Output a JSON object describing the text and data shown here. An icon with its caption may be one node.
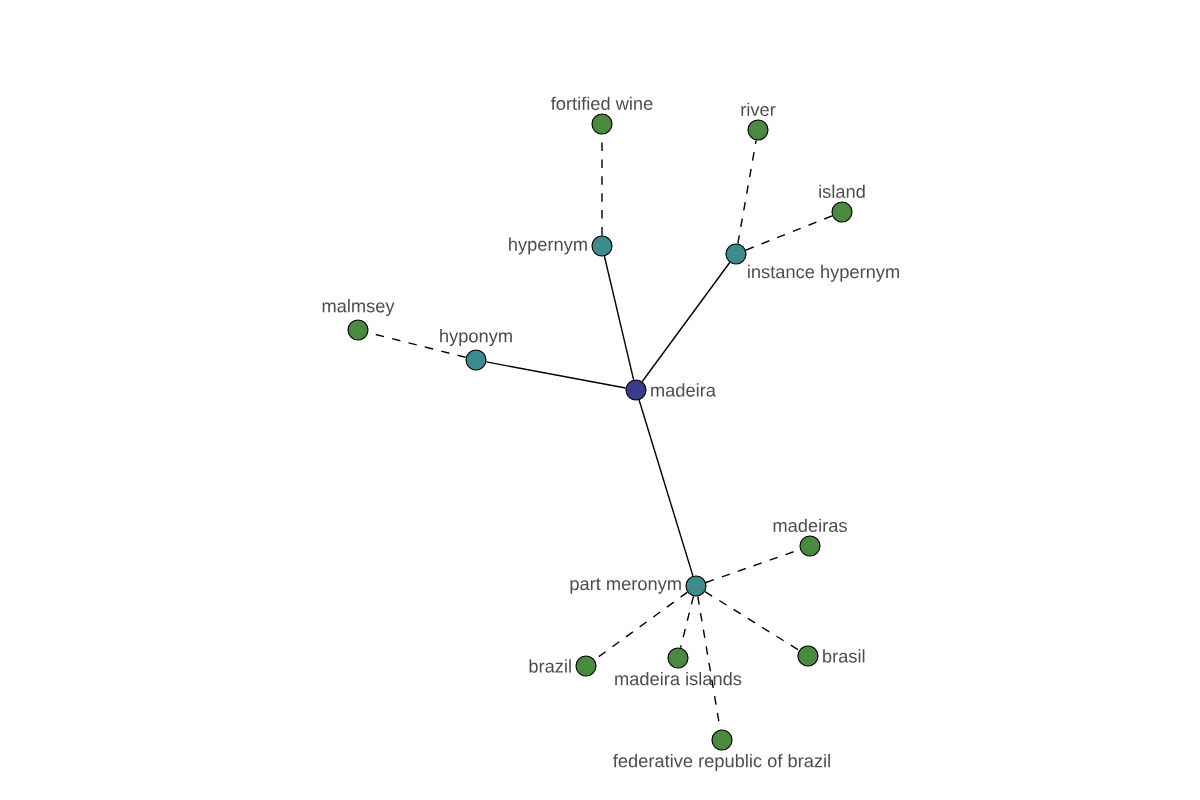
{
  "diagram": {
    "nodes": [
      {
        "text": [
          "madeira"
        ]
      },
      {
        "text": [
          "hypernym"
        ]
      },
      {
        "text": [
          "fortified wine"
        ]
      },
      {
        "text": [
          "instance hypernym"
        ]
      },
      {
        "text": [
          "river"
        ]
      },
      {
        "text": [
          "island"
        ]
      },
      {
        "text": [
          "hyponym"
        ]
      },
      {
        "text": [
          "malmsey"
        ]
      },
      {
        "text": [
          "part meronym"
        ]
      },
      {
        "text": [
          "madeiras"
        ]
      },
      {
        "text": [
          "brazil"
        ]
      },
      {
        "text": [
          "madeira islands"
        ]
      },
      {
        "text": [
          "brasil"
        ]
      },
      {
        "text": [
          "federative republic of brazil"
        ]
      }
    ],
    "edges": [
      {
        "from": 0,
        "to": 1,
        "arrow": "none"
      },
      {
        "from": 0,
        "to": 3,
        "arrow": "none"
      },
      {
        "from": 0,
        "to": 6,
        "arrow": "none"
      },
      {
        "from": 0,
        "to": 8,
        "arrow": "none"
      },
      {
        "from": 1,
        "to": 2,
        "arrow": "none",
        "style": "dashed"
      },
      {
        "from": 3,
        "to": 4,
        "arrow": "none",
        "style": "dashed"
      },
      {
        "from": 3,
        "to": 5,
        "arrow": "none",
        "style": "dashed"
      },
      {
        "from": 6,
        "to": 7,
        "arrow": "none",
        "style": "dashed"
      },
      {
        "from": 8,
        "to": 9,
        "arrow": "none",
        "style": "dashed"
      },
      {
        "from": 8,
        "to": 10,
        "arrow": "none",
        "style": "dashed"
      },
      {
        "from": 8,
        "to": 11,
        "arrow": "none",
        "style": "dashed"
      },
      {
        "from": 8,
        "to": 12,
        "arrow": "none",
        "style": "dashed"
      },
      {
        "from": 8,
        "to": 13,
        "arrow": "none",
        "style": "dashed"
      }
    ]
  }
}
